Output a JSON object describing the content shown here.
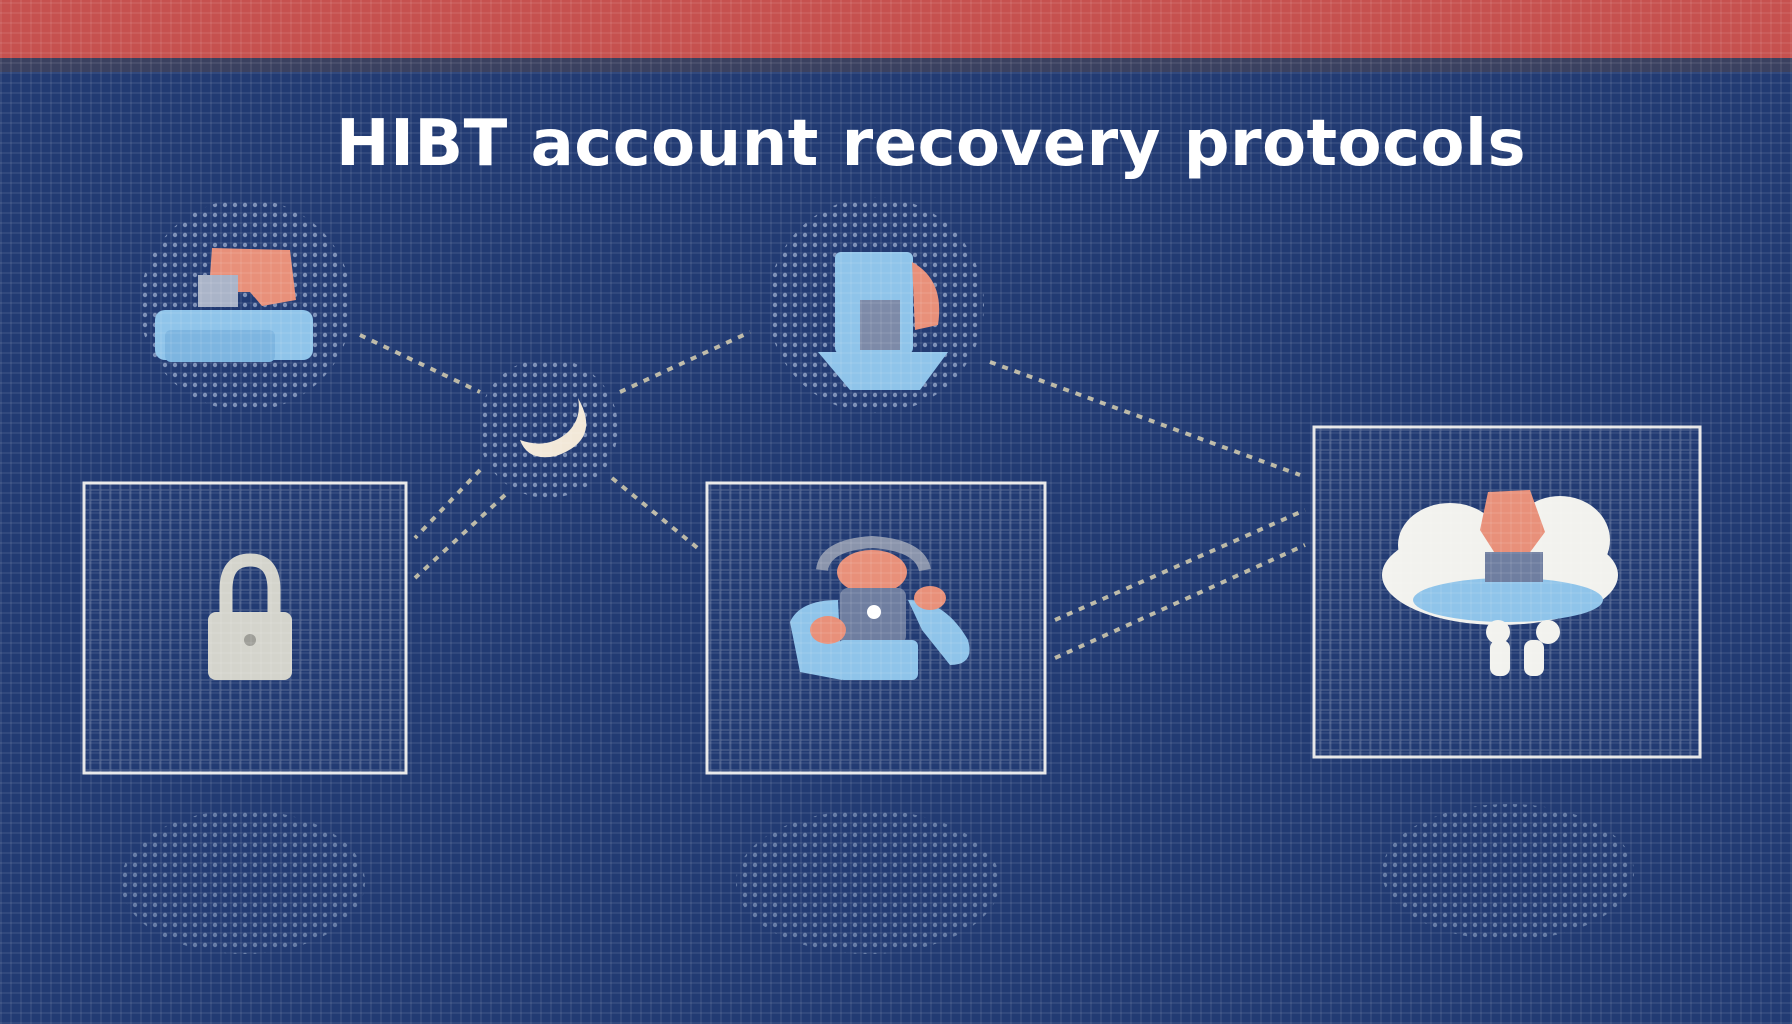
{
  "title": "HIBT account recovery protocols",
  "colors": {
    "background": "#223b73",
    "top_band": "#c6514f",
    "frame": "#e8e8e8",
    "connector": "#d8d0b0",
    "skin": "#e8907a",
    "light_blue": "#8fc4ea",
    "white": "#f2f2ee",
    "dim_dots": "#9fb0d0"
  },
  "nodes": [
    {
      "name": "hand-on-laptop-icon",
      "shape": "circle"
    },
    {
      "name": "person-using-phone-icon",
      "shape": "circle"
    },
    {
      "name": "crescent-moon-icon",
      "shape": "circle"
    },
    {
      "name": "padlock-icon",
      "shape": "square"
    },
    {
      "name": "person-with-headset-icon",
      "shape": "square"
    },
    {
      "name": "person-in-cloud-icon",
      "shape": "square"
    }
  ]
}
